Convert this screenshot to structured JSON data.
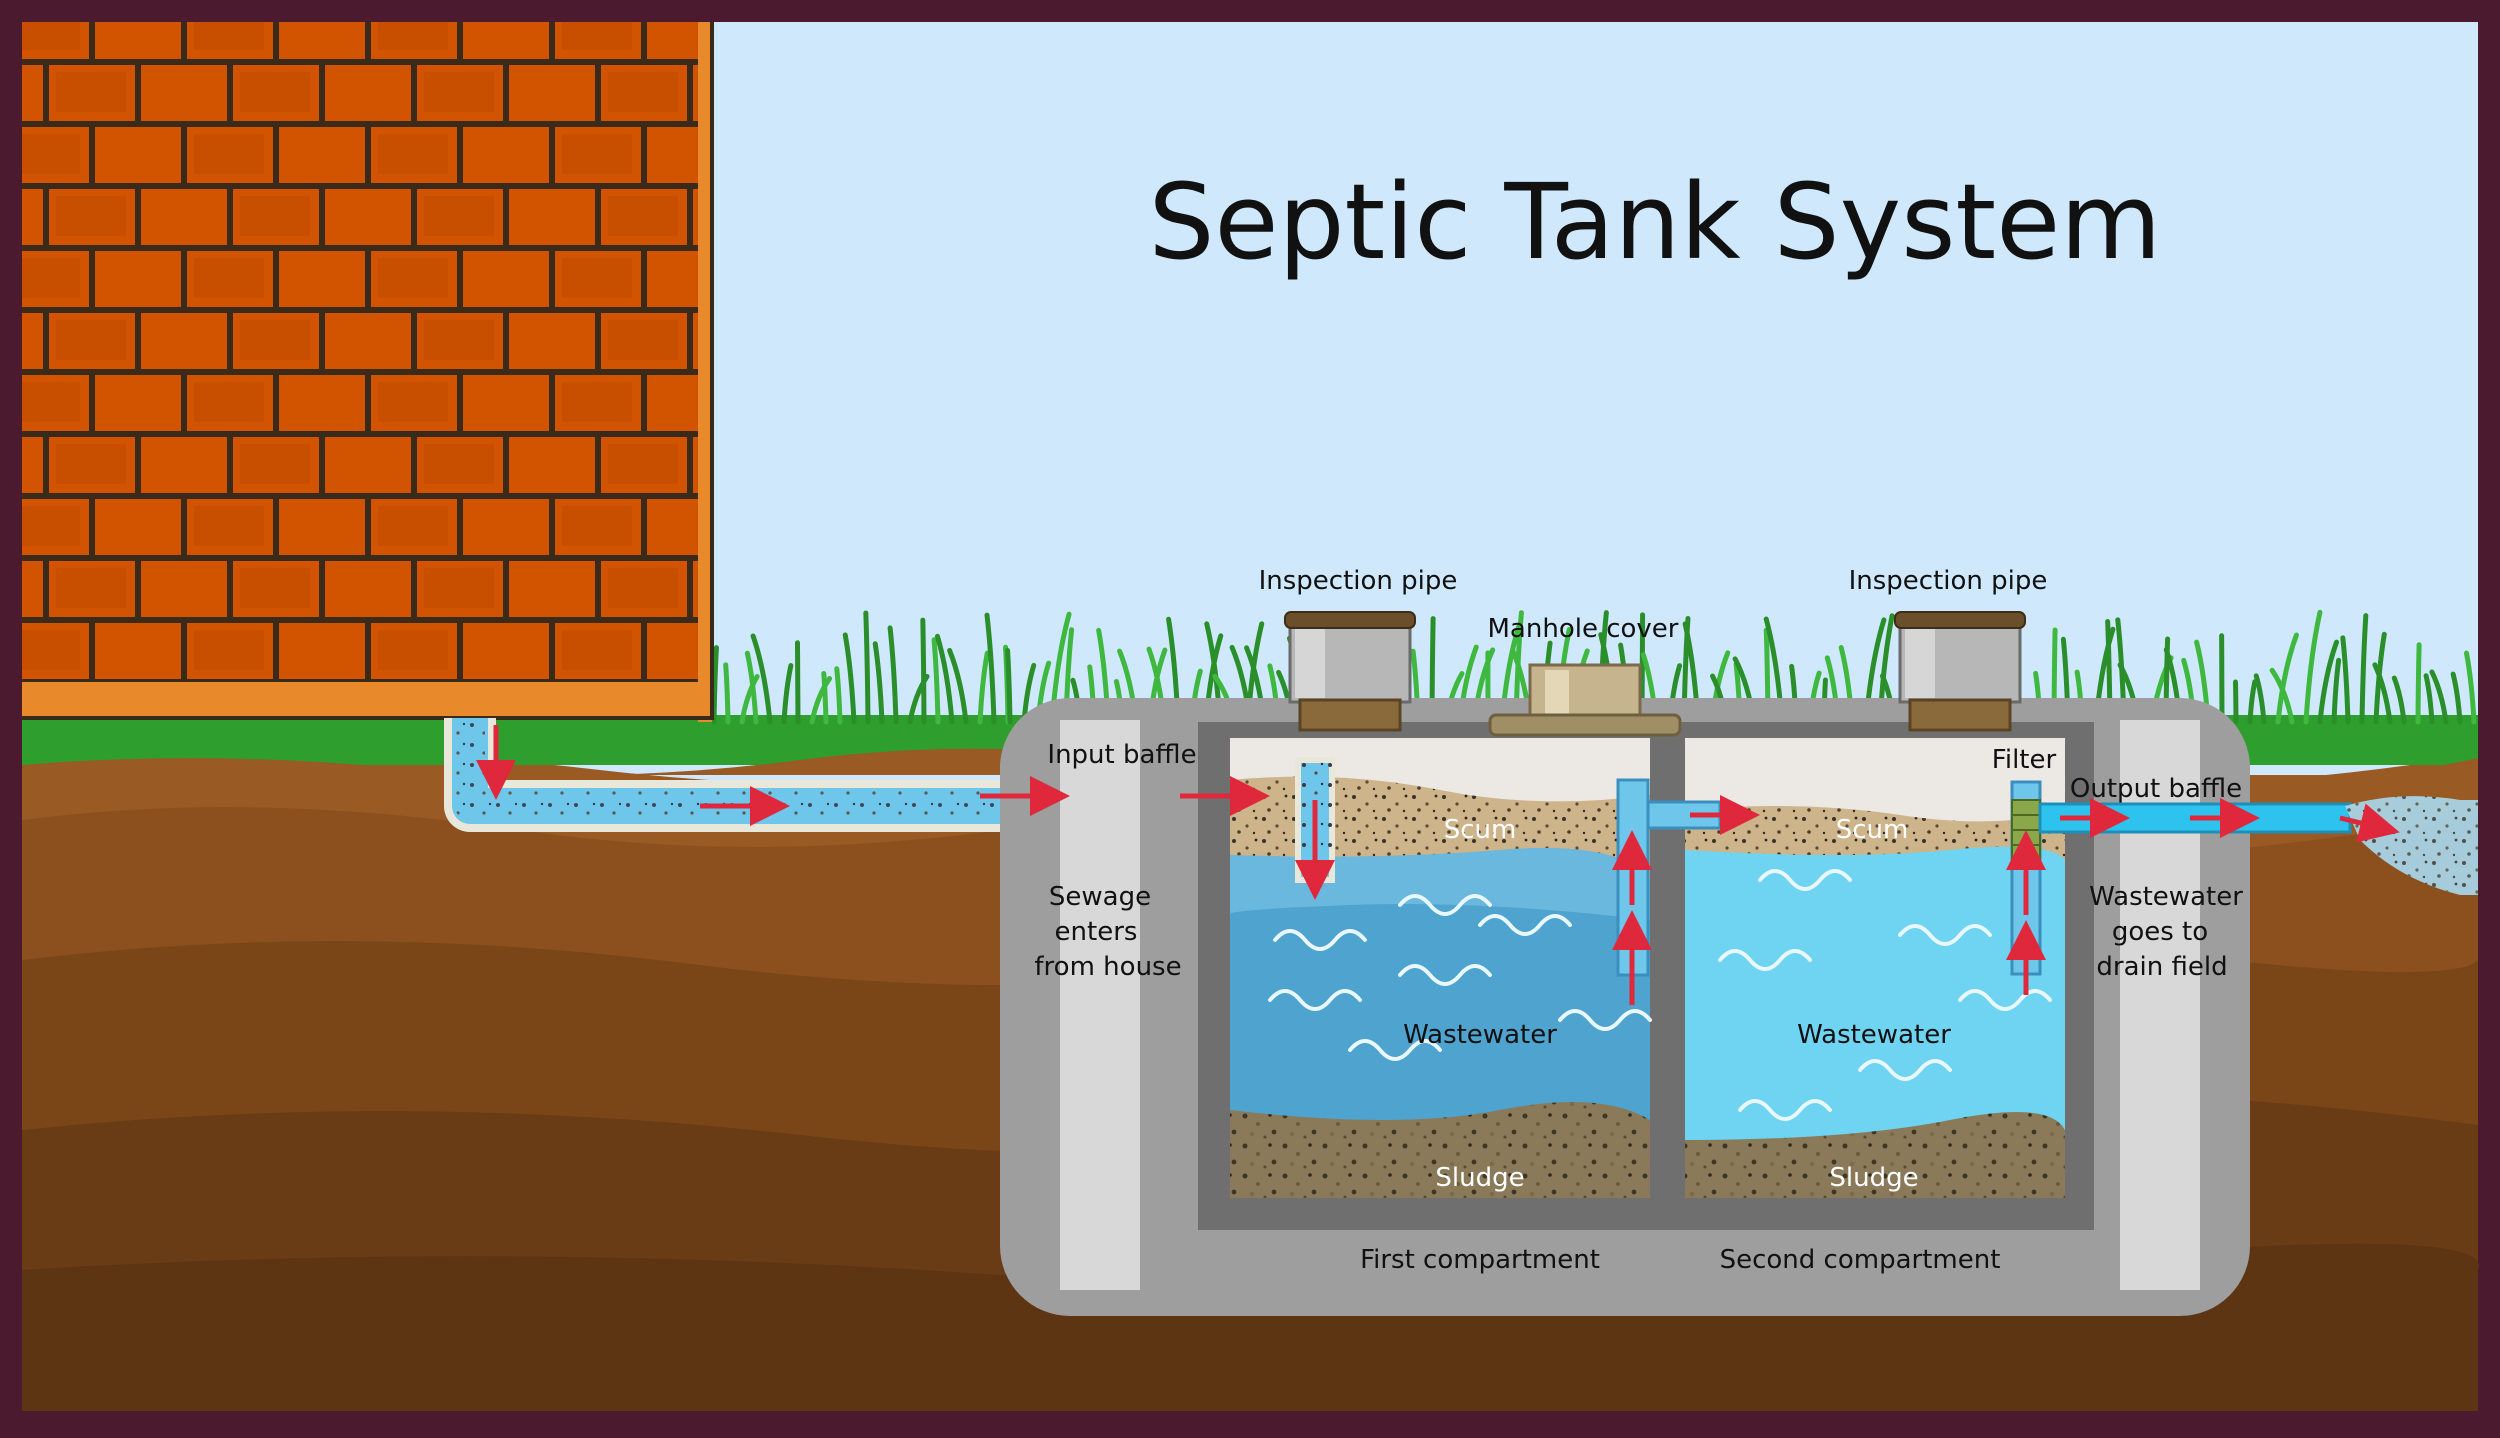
{
  "title": "Septic Tank System",
  "labels": {
    "inspection_pipe_left": "Inspection pipe",
    "inspection_pipe_right": "Inspection pipe",
    "manhole_cover": "Manhole cover",
    "input_baffle": "Input baffle",
    "filter": "Filter",
    "output_baffle": "Output baffle",
    "sewage_line1": "Sewage",
    "sewage_line2": "enters",
    "sewage_line3": "from house",
    "wastewater_line1": "Wastewater",
    "wastewater_line2": "goes to",
    "wastewater_line3": "drain field",
    "scum_first": "Scum",
    "scum_second": "Scum",
    "wastewater_first": "Wastewater",
    "wastewater_second": "Wastewater",
    "sludge_first": "Sludge",
    "sludge_second": "Sludge",
    "first_compartment": "First compartment",
    "second_compartment": "Second compartment"
  },
  "colors": {
    "frame": "#4b1a2e",
    "sky": "#cfe8fb",
    "brick": "#d35400",
    "mortar": "#3a2a1a",
    "wall_edge": "#e8892b",
    "grass": "#2e9e2e",
    "soil_top": "#9a5a24",
    "soil_mid": "#7a4618",
    "soil_deep": "#5e3513",
    "tank_outer": "#9e9e9e",
    "tank_inner": "#6f6f6f",
    "scum": "#cdb48a",
    "wastewater_first": "#4fa3cf",
    "wastewater_second": "#6fd4f2",
    "sludge": "#8a7a5a",
    "pipe": "#7fd3ee",
    "arrow": "#e0283c"
  }
}
